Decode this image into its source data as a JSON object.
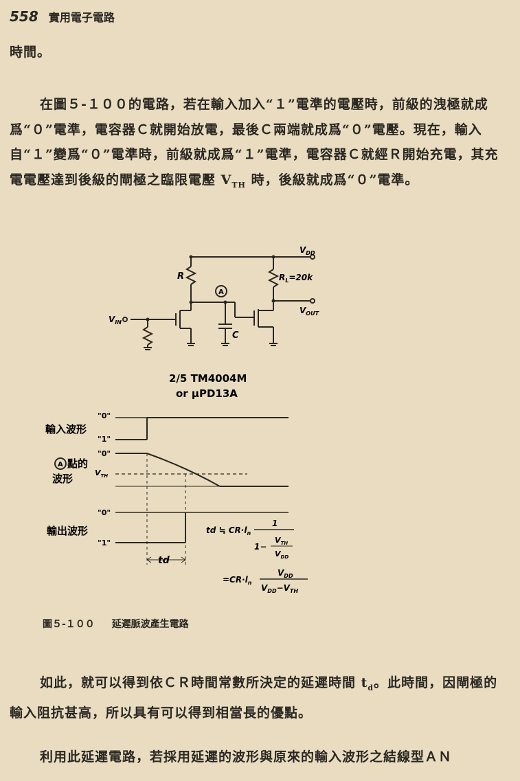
{
  "header": {
    "page_number": "558",
    "chapter_title": "實用電子電路"
  },
  "paragraphs": {
    "p0": "時間。",
    "p1": "在圖５-１００的電路，若在輸入加入“１”電準的電壓時，前級的洩極就成爲“０”電準，電容器Ｃ就開始放電，最後Ｃ兩端就成爲“０”電壓。現在，輸入自“１”變爲“０”電準時，前級就成爲“１”電準，電容器Ｃ就經Ｒ開始充電，其充電電壓達到後級的閘極之臨限電壓 V",
    "p1_sub": "TH",
    "p1_tail": " 時，後級就成爲“０”電準。",
    "p2a": "如此，就可以得到依ＣＲ時間常數所決定的延遲時間 t",
    "p2_sub": "d",
    "p2b": "。此時間，因閘極的輸入阻抗甚高，所以具有可以得到相當長的優點。",
    "p3": "利用此延遲電路，若採用延遲的波形與原來的輸入波形之結線型ＡＮ"
  },
  "circuit": {
    "vdd": "V",
    "vdd_sub": "DD",
    "vout": "V",
    "vout_sub": "OUT",
    "vin": "V",
    "vin_sub": "IN",
    "r": "R",
    "rl": "R",
    "rl_sub": "L",
    "rl_val": "=20k",
    "c": "C",
    "node": "A",
    "ic1": "2/5 TM4004M",
    "ic2": "or μPD13A"
  },
  "waveform": {
    "input_label": "輸入波形",
    "pointA_label_1": "點的",
    "pointA_label_2": "波形",
    "node": "A",
    "output_label": "輸出波形",
    "level0": "\"0\"",
    "level1": "\"1\"",
    "vth": "V",
    "vth_sub": "TH",
    "td": "td",
    "f1_lhs": "td ≒ CR·l",
    "f1_ln_sub": "n",
    "f1_num": "1",
    "f1_den_1": "1−",
    "f1_den_num": "V",
    "f1_den_num_sub": "TH",
    "f1_den_den": "V",
    "f1_den_den_sub": "DD",
    "f2_lhs": "=CR·l",
    "f2_num": "V",
    "f2_num_sub": "DD",
    "f2_den": "V",
    "f2_den_sub1": "DD",
    "f2_den_mid": "−V",
    "f2_den_sub2": "TH"
  },
  "caption": {
    "number": "圖５-１００",
    "title": "延遲脈波產生電路"
  }
}
